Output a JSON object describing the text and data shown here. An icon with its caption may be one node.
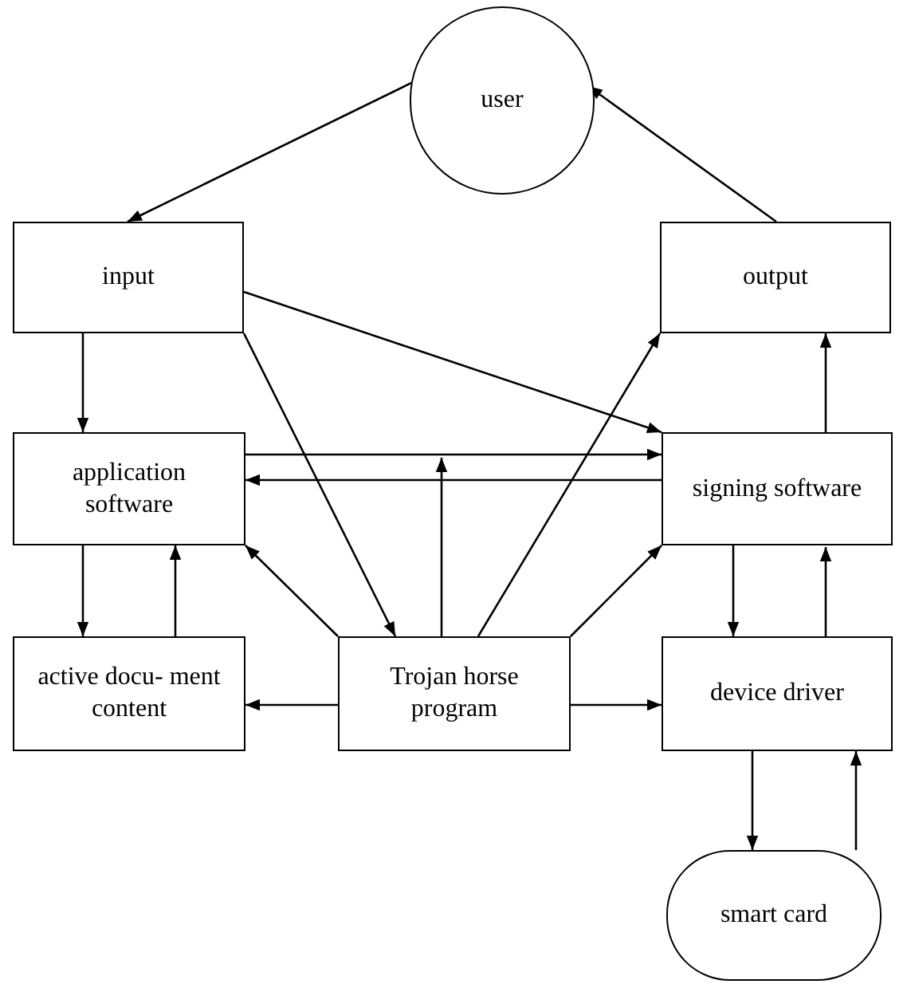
{
  "diagram": {
    "nodes": [
      {
        "text": [
          "user"
        ]
      },
      {
        "text": [
          "input"
        ]
      },
      {
        "text": [
          "output"
        ]
      },
      {
        "text": [
          "application software"
        ]
      },
      {
        "text": [
          "signing software"
        ]
      },
      {
        "text": [
          "active docu- ment content"
        ]
      },
      {
        "text": [
          "Trojan horse program"
        ]
      },
      {
        "text": [
          "device driver"
        ]
      },
      {
        "text": [
          "smart card"
        ]
      }
    ],
    "edges": [
      {
        "from": 0,
        "to": 1,
        "arrow": "to"
      },
      {
        "from": 2,
        "to": 0,
        "arrow": "to"
      },
      {
        "from": 1,
        "to": 3,
        "arrow": "to"
      },
      {
        "from": 1,
        "to": 4,
        "arrow": "to"
      },
      {
        "from": 1,
        "to": 6,
        "arrow": "to"
      },
      {
        "from": 6,
        "to": 2,
        "arrow": "to"
      },
      {
        "from": 3,
        "to": 4,
        "arrow": "to"
      },
      {
        "from": 4,
        "to": 3,
        "arrow": "to"
      },
      {
        "from": 6,
        "to": 3,
        "arrow": "to"
      },
      {
        "from": 6,
        "to": null,
        "arrow": "to"
      },
      {
        "from": 6,
        "to": 4,
        "arrow": "to"
      },
      {
        "from": 3,
        "to": 5,
        "arrow": "to"
      },
      {
        "from": 5,
        "to": 3,
        "arrow": "to"
      },
      {
        "from": 6,
        "to": 5,
        "arrow": "to"
      },
      {
        "from": 6,
        "to": 7,
        "arrow": "to"
      },
      {
        "from": 4,
        "to": 7,
        "arrow": "to"
      },
      {
        "from": 7,
        "to": 4,
        "arrow": "to"
      },
      {
        "from": 4,
        "to": 2,
        "arrow": "to"
      },
      {
        "from": 7,
        "to": 8,
        "arrow": "to"
      },
      {
        "from": 8,
        "to": 7,
        "arrow": "to"
      }
    ]
  }
}
